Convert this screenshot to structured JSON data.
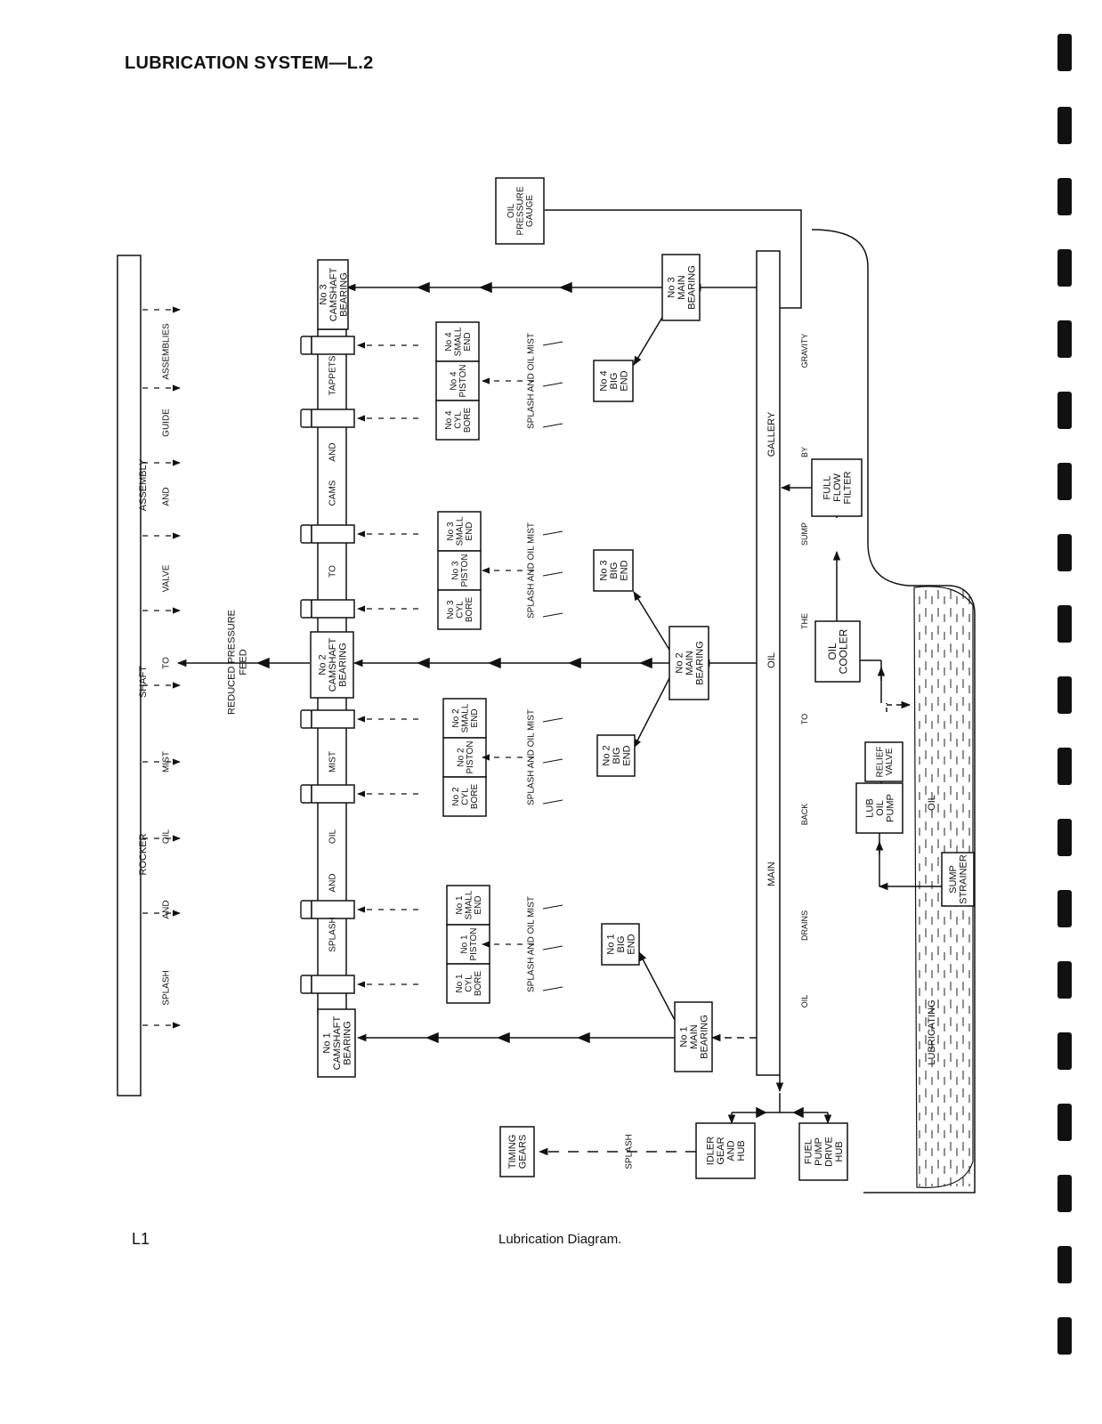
{
  "page": {
    "title": "LUBRICATION SYSTEM—L.2",
    "figure_number": "L1",
    "caption": "Lubrication Diagram."
  },
  "components": {
    "oil_pressure_gauge": [
      "OIL",
      "PRESSURE",
      "GAUGE"
    ],
    "no3_camshaft_bearing": [
      "No 3",
      "CAMSHAFT",
      "BEARING"
    ],
    "no2_camshaft_bearing": [
      "No 2",
      "CAMSHAFT",
      "BEARING"
    ],
    "no1_camshaft_bearing": [
      "No 1",
      "CAMSHAFT",
      "BEARING"
    ],
    "no3_main_bearing": [
      "No 3",
      "MAIN",
      "BEARING"
    ],
    "no2_main_bearing": [
      "No 2",
      "MAIN",
      "BEARING"
    ],
    "no1_main_bearing": [
      "No 1",
      "MAIN",
      "BEARING"
    ],
    "no4_big_end": [
      "No 4",
      "BIG",
      "END"
    ],
    "no3_big_end": [
      "No 3",
      "BIG",
      "END"
    ],
    "no2_big_end": [
      "No 2",
      "BIG",
      "END"
    ],
    "no1_big_end": [
      "No 1",
      "BIG",
      "END"
    ],
    "full_flow_filter": [
      "FULL",
      "FLOW",
      "FILTER"
    ],
    "oil_cooler": [
      "OIL",
      "COOLER"
    ],
    "relief_valve": [
      "RELIEF",
      "VALVE"
    ],
    "lub_oil_pump": [
      "LUB",
      "OIL",
      "PUMP"
    ],
    "sump_strainer": [
      "SUMP",
      "STRAINER"
    ],
    "idler_gear_and_hub": [
      "IDLER",
      "GEAR",
      "AND",
      "HUB"
    ],
    "fuel_pump_drive_hub": [
      "FUEL",
      "PUMP",
      "DRIVE",
      "HUB"
    ],
    "timing_gears": [
      "TIMING",
      "GEARS"
    ]
  },
  "cylinder_groups": [
    {
      "small_end": [
        "No 4",
        "SMALL",
        "END"
      ],
      "piston": [
        "No 4",
        "PISTON"
      ],
      "cyl_bore": [
        "No 4",
        "CYL",
        "BORE"
      ],
      "mist_label": "SPLASH AND OIL MIST"
    },
    {
      "small_end": [
        "No 3",
        "SMALL",
        "END"
      ],
      "piston": [
        "No 3",
        "PISTON"
      ],
      "cyl_bore": [
        "No 3",
        "CYL",
        "BORE"
      ],
      "mist_label": "SPLASH AND OIL MIST"
    },
    {
      "small_end": [
        "No 2",
        "SMALL",
        "END"
      ],
      "piston": [
        "No 2",
        "PISTON"
      ],
      "cyl_bore": [
        "No 2",
        "CYL",
        "BORE"
      ],
      "mist_label": "SPLASH AND OIL MIST"
    },
    {
      "small_end": [
        "No 1",
        "SMALL",
        "END"
      ],
      "piston": [
        "No 1",
        "PISTON"
      ],
      "cyl_bore": [
        "No 1",
        "CYL",
        "BORE"
      ],
      "mist_label": "SPLASH AND OIL MIST"
    }
  ],
  "labels": {
    "rocker_shaft": [
      "ROCKER",
      "SHAFT",
      "ASSEMBLY"
    ],
    "rocker_side": [
      "SPLASH",
      "AND",
      "OIL",
      "MIST",
      "TO",
      "VALVE",
      "AND",
      "GUIDE",
      "ASSEMBLIES"
    ],
    "camshaft_words": [
      "SPLASH",
      "AND",
      "OIL",
      "MIST",
      "TO",
      "CAMS",
      "AND",
      "TAPPETS"
    ],
    "reduced_feed": [
      "REDUCED PRESSURE",
      "FEED"
    ],
    "gallery": [
      "MAIN",
      "OIL",
      "GALLERY"
    ],
    "drains": [
      "OIL",
      "DRAINS",
      "BACK",
      "TO",
      "THE",
      "SUMP",
      "BY",
      "GRAVITY"
    ],
    "sump": [
      "LUBRICATING",
      "OIL"
    ],
    "splash": "SPLASH"
  }
}
